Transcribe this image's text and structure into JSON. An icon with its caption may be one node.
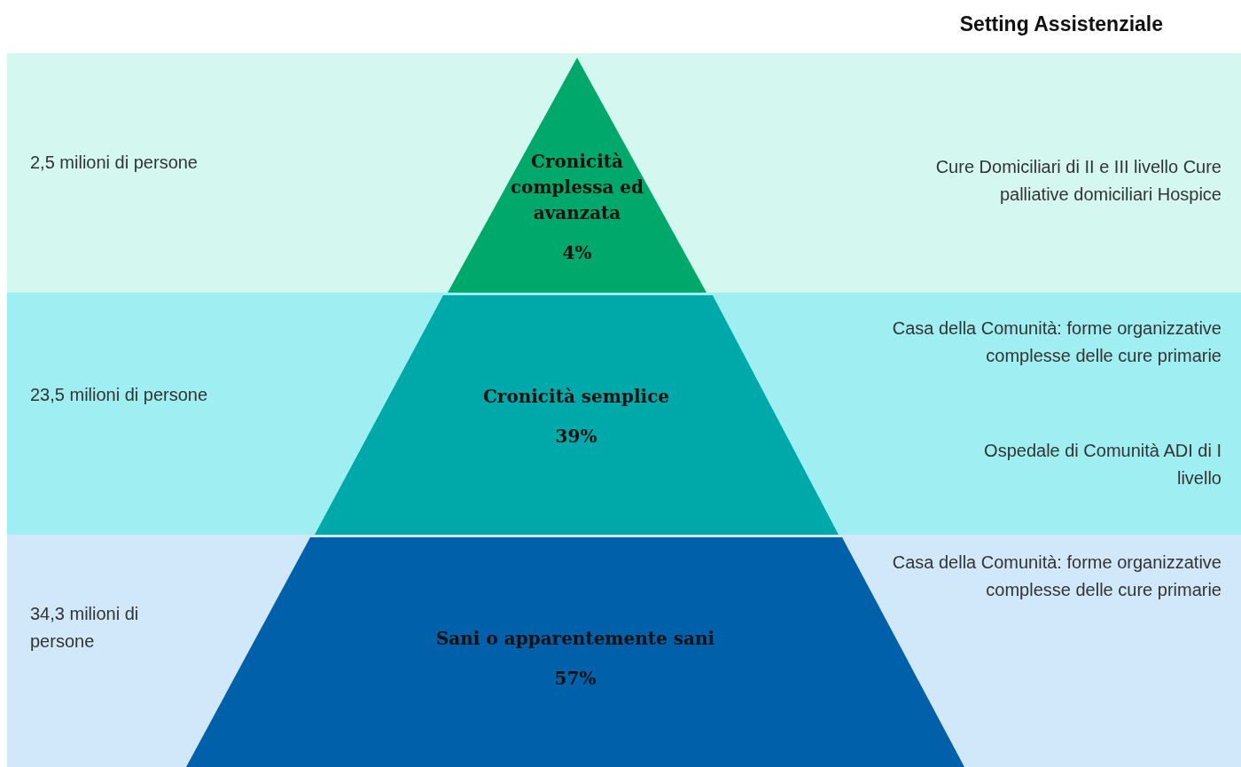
{
  "diagram": {
    "nodes": [
      {
        "text": [
          "2,5 milioni di persone",
          "Cure Domiciliari di II e III livello Cure palliative domiciliari Hospice"
        ]
      },
      {
        "text": [
          "Cronicità complessa ed avanzata",
          "4%"
        ],
        "in": 0
      },
      {
        "text": [
          "23,5 milioni di persone",
          "Casa della Comunità: forme organizzative complesse delle cure primarie",
          "Ospedale di Comunità ADI di I livello"
        ]
      },
      {
        "text": [
          "Cronicità semplice",
          "39%"
        ],
        "in": 2
      },
      {
        "text": [
          "34,3 milioni di persone",
          "Casa della Comunità: forme organizzative complesse delle cure primarie"
        ]
      },
      {
        "text": [
          "Sani o apparentemente sani",
          "57%"
        ],
        "in": 4
      }
    ],
    "edges": [],
    "labels": [
      "Setting Assistenziale"
    ]
  }
}
